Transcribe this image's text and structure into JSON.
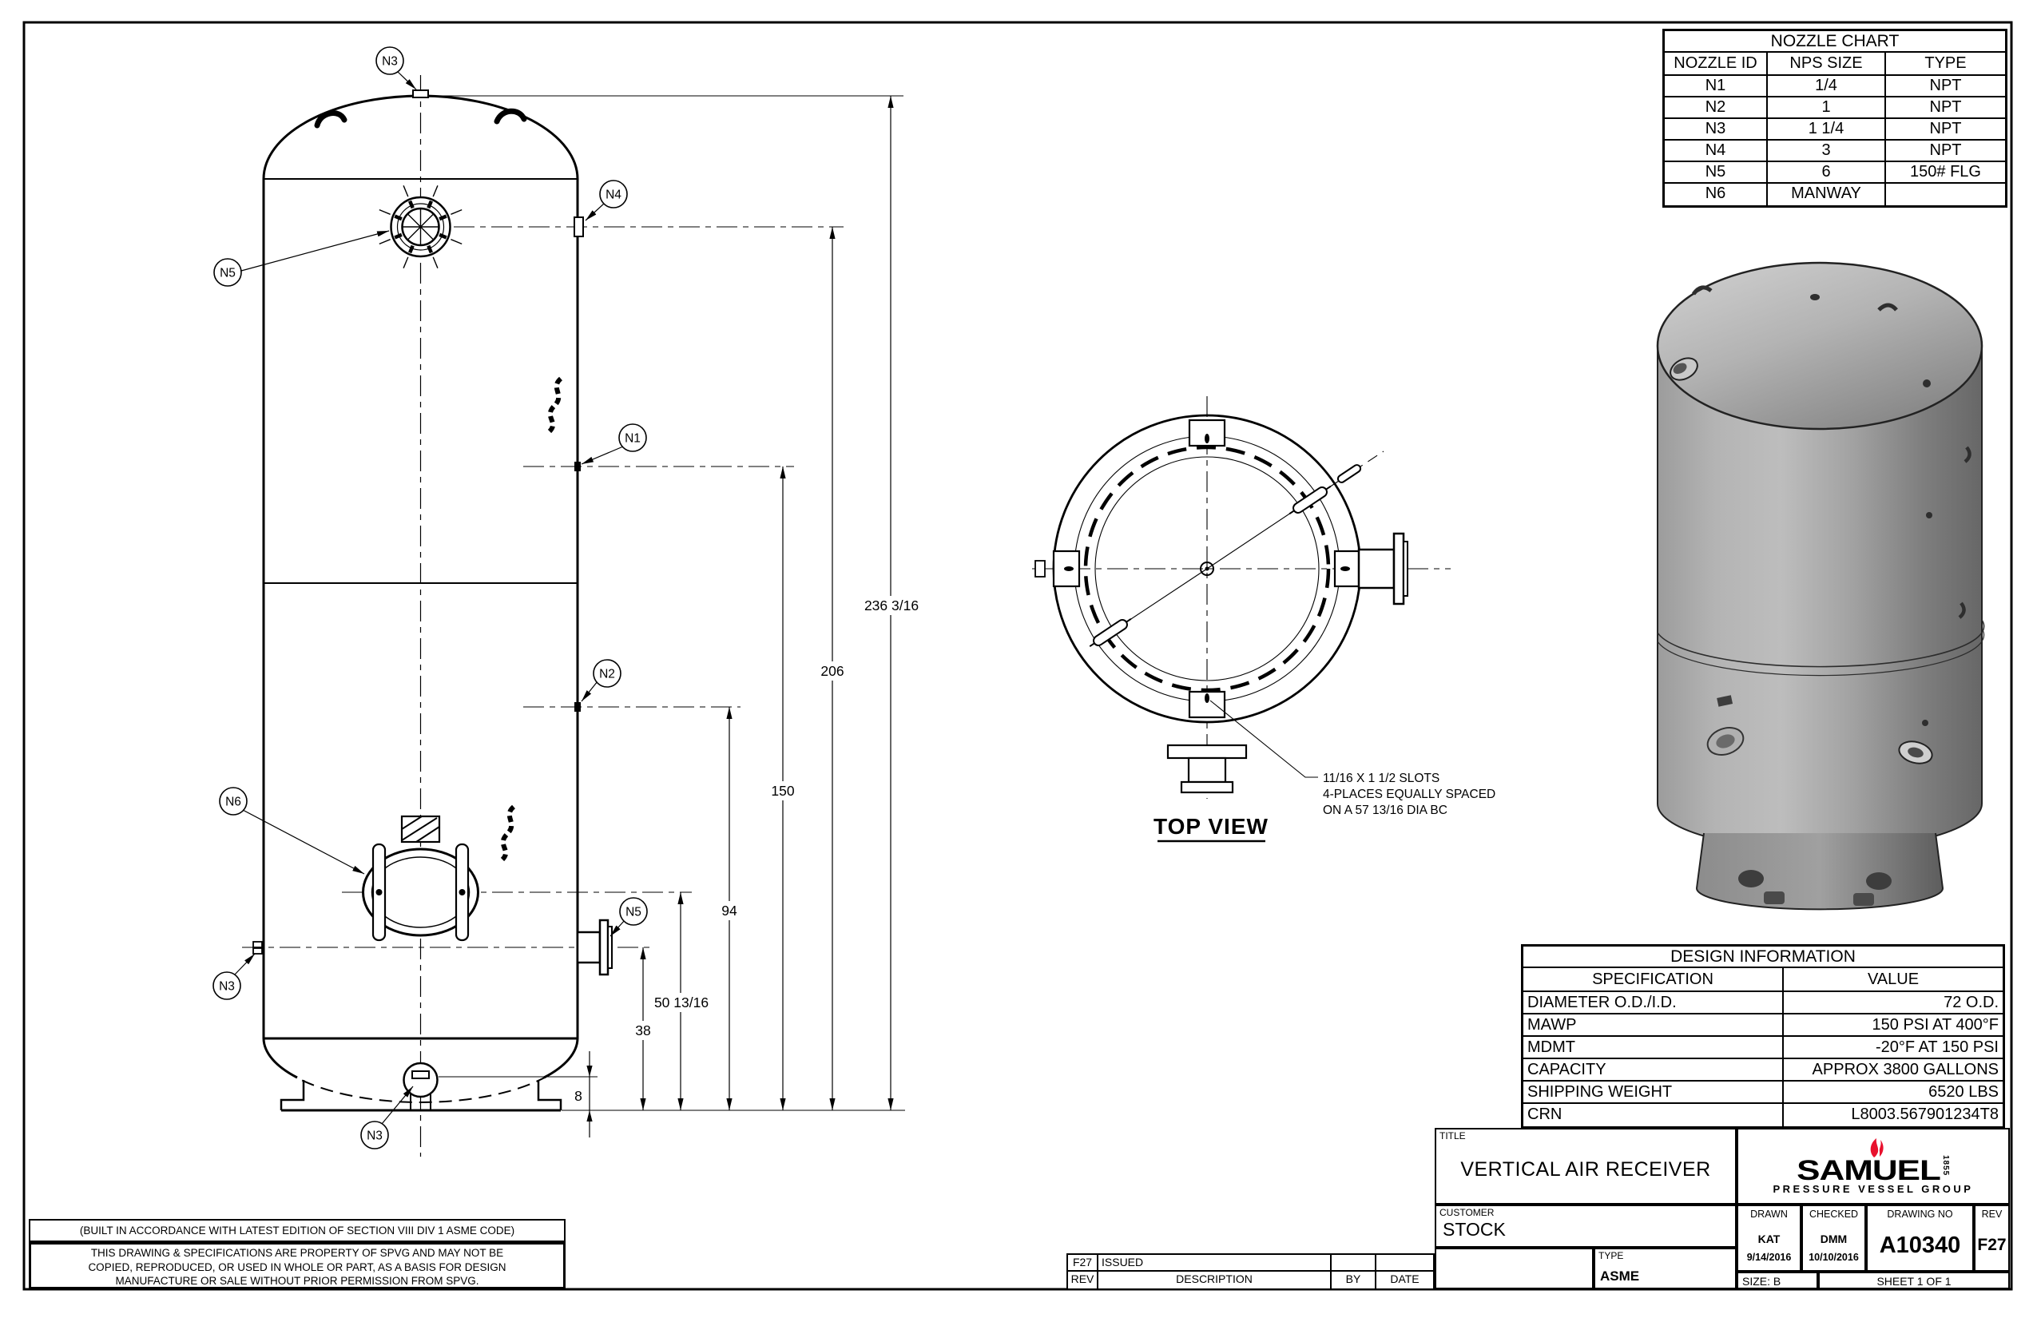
{
  "page": {
    "accent_red": "#e8112d",
    "line_color": "#000000"
  },
  "nozzle_chart": {
    "title": "NOZZLE CHART",
    "headers": [
      "NOZZLE ID",
      "NPS SIZE",
      "TYPE"
    ],
    "rows": [
      [
        "N1",
        "1/4",
        "NPT"
      ],
      [
        "N2",
        "1",
        "NPT"
      ],
      [
        "N3",
        "1 1/4",
        "NPT"
      ],
      [
        "N4",
        "3",
        "NPT"
      ],
      [
        "N5",
        "6",
        "150# FLG"
      ],
      [
        "N6",
        "MANWAY",
        ""
      ]
    ]
  },
  "design_info": {
    "title": "DESIGN INFORMATION",
    "headers": [
      "SPECIFICATION",
      "VALUE"
    ],
    "rows": [
      [
        "DIAMETER O.D./I.D.",
        "72 O.D."
      ],
      [
        "MAWP",
        "150 PSI AT 400°F"
      ],
      [
        "MDMT",
        "-20°F AT 150 PSI"
      ],
      [
        "CAPACITY",
        "APPROX 3800 GALLONS"
      ],
      [
        "SHIPPING WEIGHT",
        "6520 LBS"
      ],
      [
        "CRN",
        "L8003.567901234T8"
      ]
    ]
  },
  "title_block": {
    "title_label": "TITLE",
    "title": "VERTICAL AIR RECEIVER",
    "customer_label": "CUSTOMER",
    "customer": "STOCK",
    "type_label": "TYPE",
    "type": "ASME",
    "drawn_label": "DRAWN",
    "drawn_by": "KAT",
    "drawn_date": "9/14/2016",
    "checked_label": "CHECKED",
    "checked_by": "DMM",
    "checked_date": "10/10/2016",
    "drawing_no_label": "DRAWING NO",
    "drawing_no": "A10340",
    "rev_label": "REV",
    "rev": "F27",
    "size": "SIZE: B",
    "sheet": "SHEET 1  OF 1",
    "logo": {
      "name": "SAMUEL",
      "year": "1855",
      "subtitle": "PRESSURE VESSEL GROUP",
      "accent": "#e8112d"
    }
  },
  "revision_strip": {
    "rev_value": "F27",
    "description_value": "ISSUED",
    "by_value": "",
    "date_value": "",
    "rev_label": "REV",
    "description_label": "DESCRIPTION",
    "by_label": "BY",
    "date_label": "DATE"
  },
  "notes": {
    "code_note": "(BUILT IN ACCORDANCE WITH LATEST EDITION OF SECTION VIII DIV 1 ASME CODE)",
    "property_note_line1": "THIS DRAWING & SPECIFICATIONS ARE PROPERTY OF SPVG AND MAY NOT BE",
    "property_note_line2": "COPIED, REPRODUCED, OR USED IN WHOLE OR PART, AS A BASIS FOR DESIGN",
    "property_note_line3": "MANUFACTURE OR SALE WITHOUT PRIOR PERMISSION FROM SPVG."
  },
  "front_view": {
    "balloons": {
      "n3_top": "N3",
      "n5_upper": "N5",
      "n4": "N4",
      "n1": "N1",
      "n2": "N2",
      "n6": "N6",
      "n3_left": "N3",
      "n5_lower": "N5",
      "n3_bottom": "N3"
    },
    "dimensions": {
      "overall": "236 3/16",
      "d206": "206",
      "d150": "150",
      "d94": "94",
      "d50": "50 13/16",
      "d38": "38",
      "d8": "8"
    }
  },
  "top_view": {
    "label": "TOP VIEW",
    "note_line1": "11/16 X 1 1/2 SLOTS",
    "note_line2": "4-PLACES EQUALLY SPACED",
    "note_line3": "ON A 57 13/16 DIA BC"
  }
}
